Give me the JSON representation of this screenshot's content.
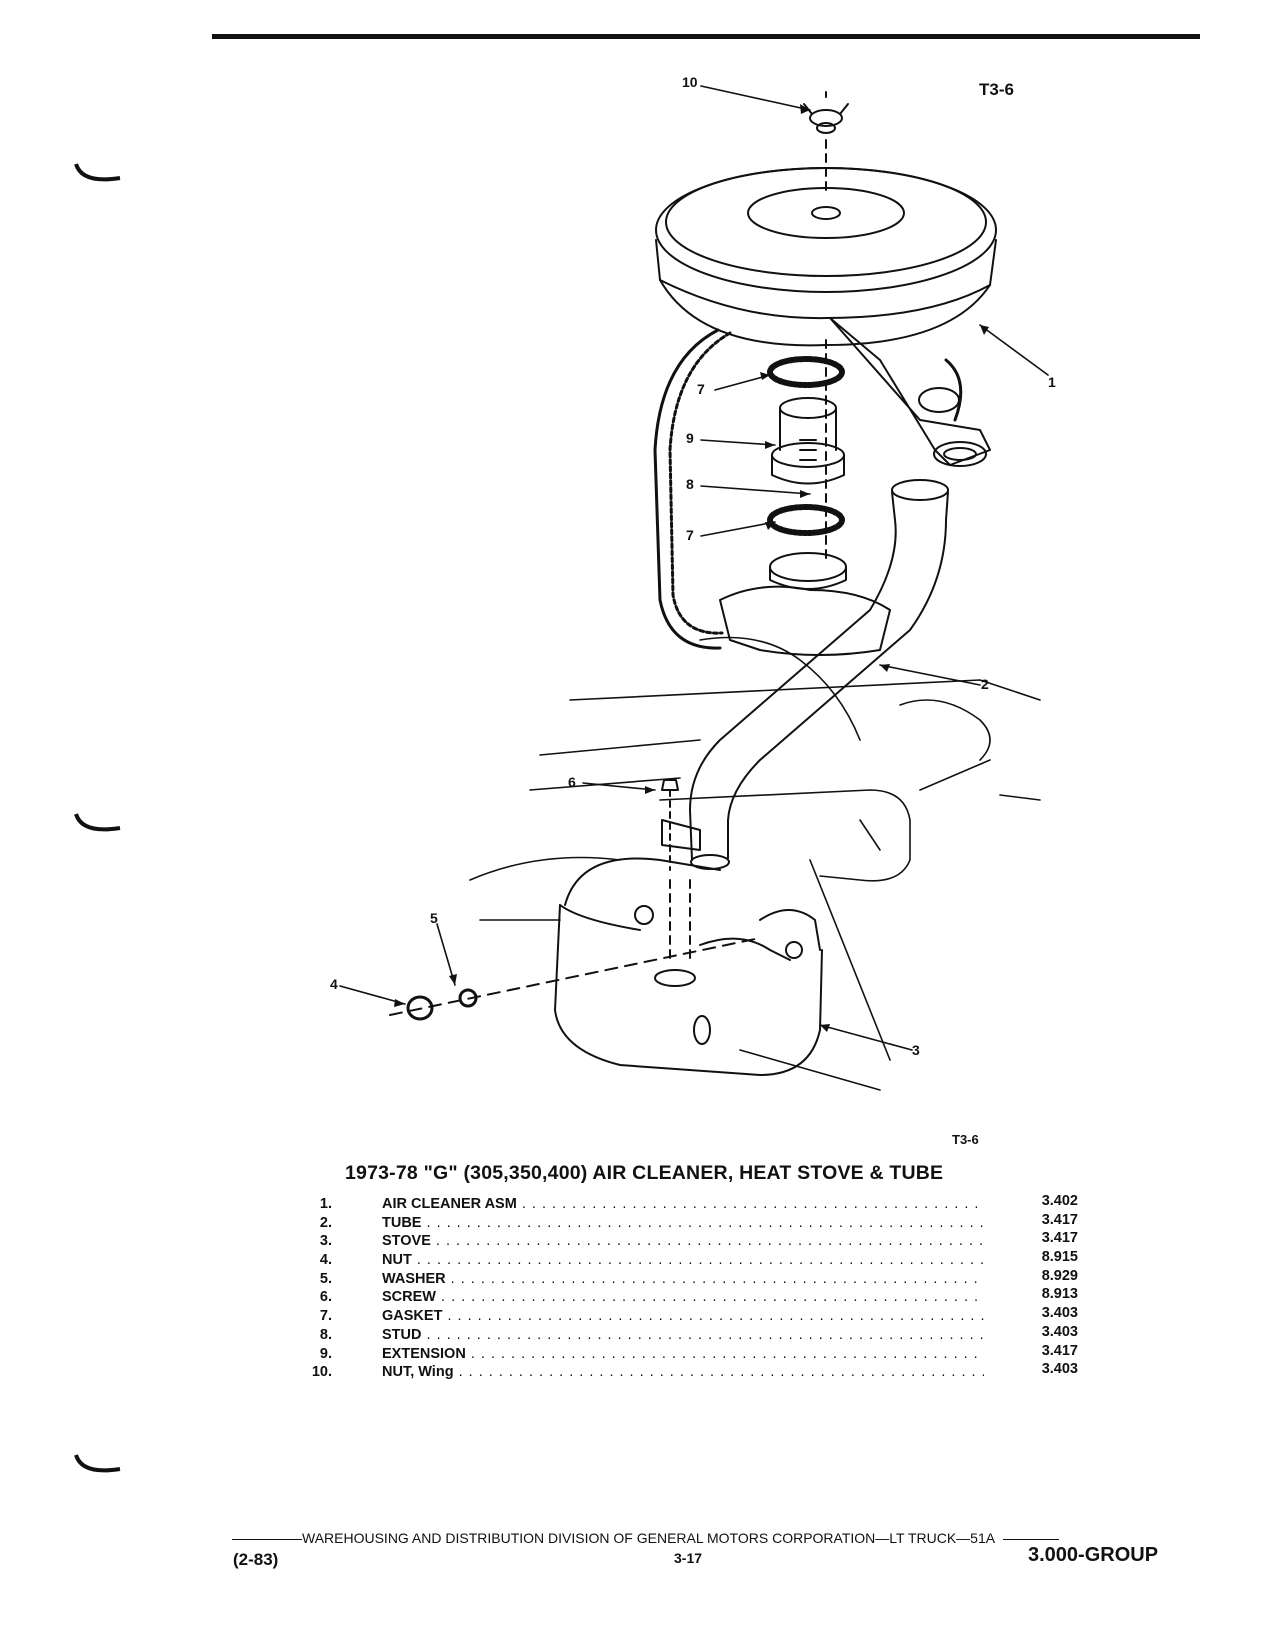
{
  "figure_code": "T3-6",
  "title": "1973-78 \"G\" (305,350,400) AIR CLEANER, HEAT STOVE & TUBE",
  "callouts": [
    "10",
    "1",
    "7",
    "9",
    "8",
    "7",
    "2",
    "6",
    "5",
    "4",
    "3"
  ],
  "parts": [
    {
      "num": "1.",
      "desc": "AIR CLEANER ASM",
      "code": "3.402"
    },
    {
      "num": "2.",
      "desc": "TUBE",
      "code": "3.417"
    },
    {
      "num": "3.",
      "desc": "STOVE",
      "code": "3.417"
    },
    {
      "num": "4.",
      "desc": "NUT",
      "code": "8.915"
    },
    {
      "num": "5.",
      "desc": "WASHER",
      "code": "8.929"
    },
    {
      "num": "6.",
      "desc": "SCREW",
      "code": "8.913"
    },
    {
      "num": "7.",
      "desc": "GASKET",
      "code": "3.403"
    },
    {
      "num": "8.",
      "desc": "STUD",
      "code": "3.403"
    },
    {
      "num": "9.",
      "desc": "EXTENSION",
      "code": "3.417"
    },
    {
      "num": "10.",
      "desc": "NUT, Wing",
      "code": "3.403"
    }
  ],
  "footer": {
    "publisher": "WAREHOUSING AND DISTRIBUTION  DIVISION OF GENERAL MOTORS CORPORATION—LT TRUCK—51A",
    "date": "(2-83)",
    "page": "3-17",
    "group": "3.000-GROUP"
  }
}
